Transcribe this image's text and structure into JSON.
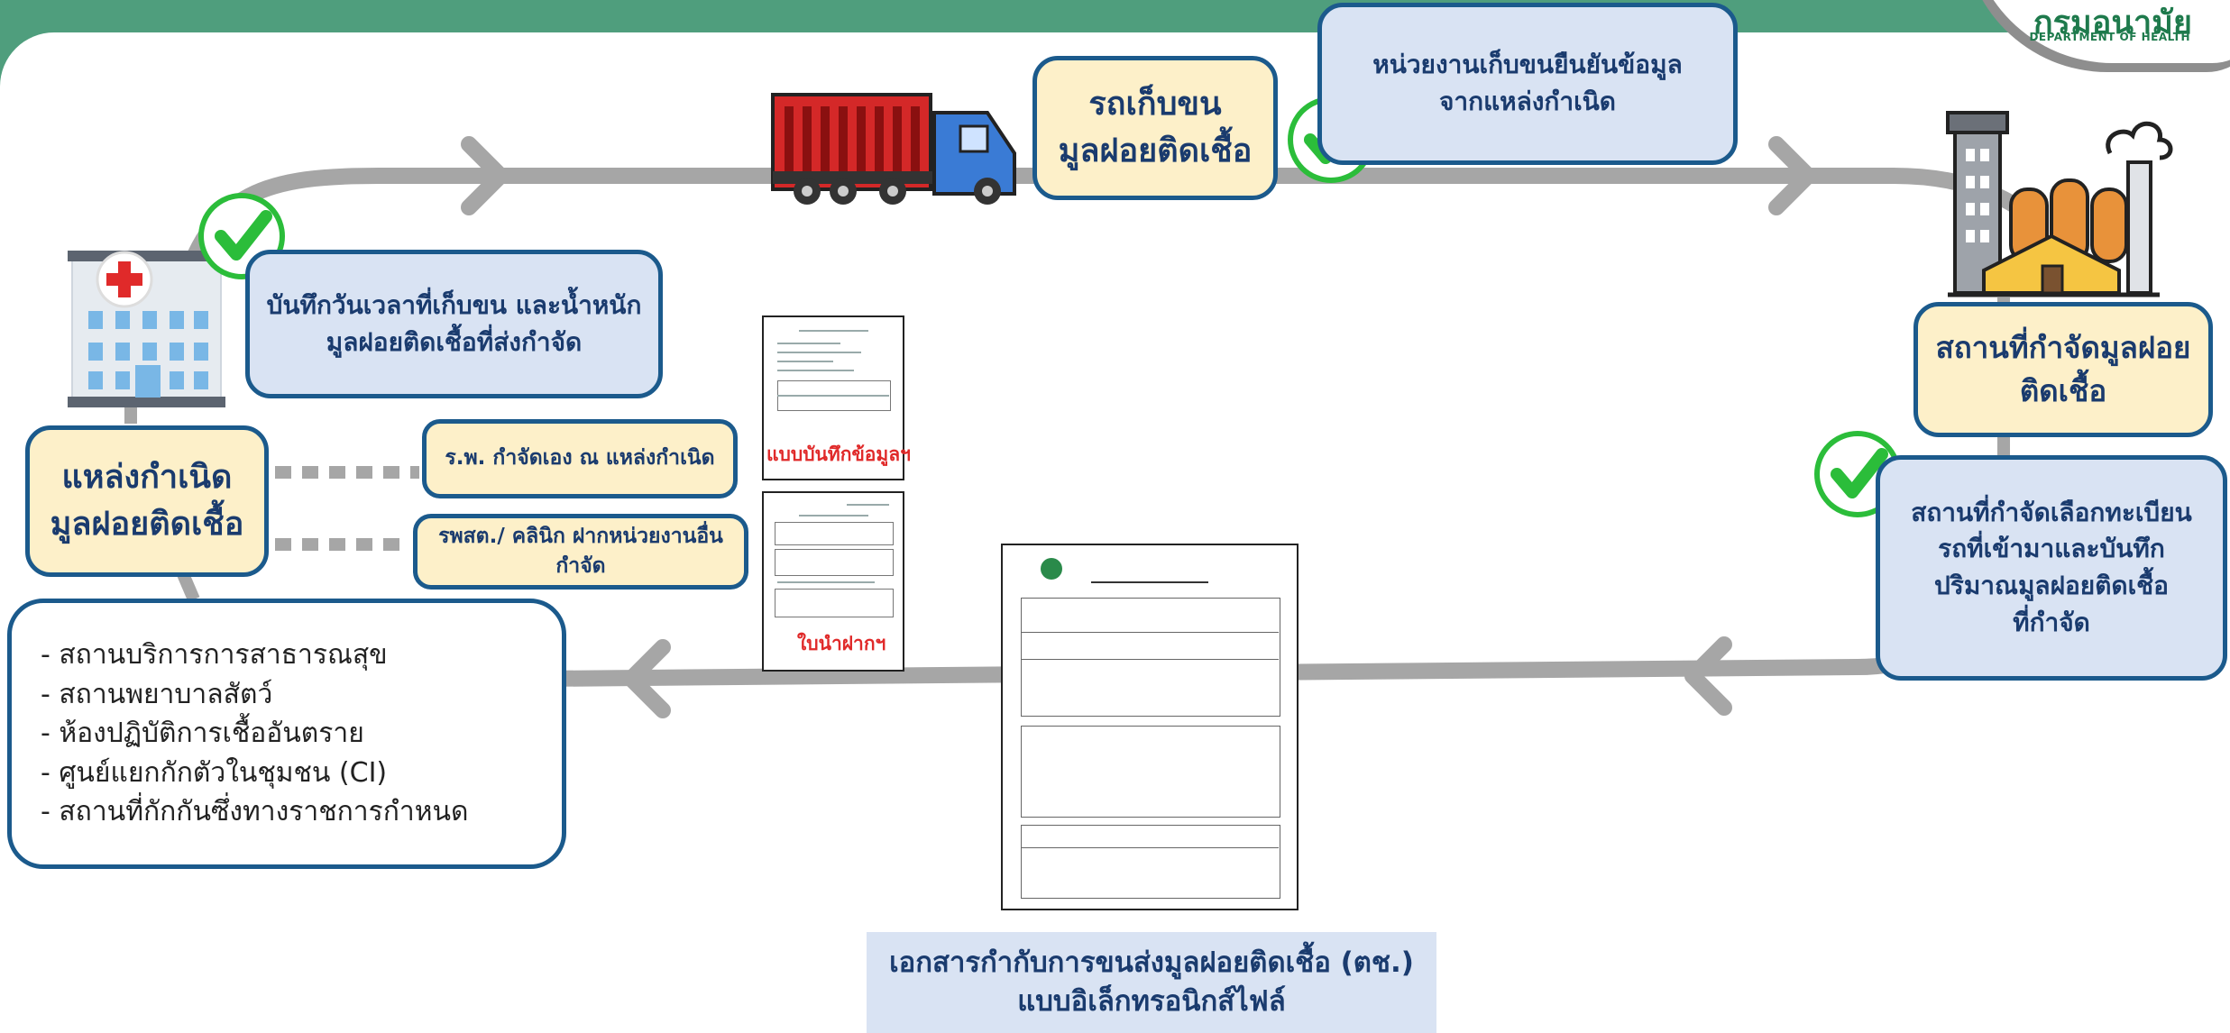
{
  "logo": {
    "name_th": "กรมอนามัย",
    "name_en": "DEPARTMENT OF HEALTH"
  },
  "nodes": {
    "truck_box": [
      "รถเก็บขน",
      "มูลฝอยติดเชื้อ"
    ],
    "collector_note": [
      "หน่วยงานเก็บขนยืนยันข้อมูล",
      "จากแหล่งกำเนิด"
    ],
    "source_note": [
      "บันทึกวันเวลาที่เก็บขน และน้ำหนัก",
      "มูลฝอยติดเชื้อที่ส่งกำจัด"
    ],
    "source_box": [
      "แหล่งกำเนิด",
      "มูลฝอยติดเชื้อ"
    ],
    "option_self": "ร.พ. กำจัดเอง ณ แหล่งกำเนิด",
    "option_outsource": "รพสต./ คลินิก ฝากหน่วยงานอื่นกำจัด",
    "disposal_box": [
      "สถานที่กำจัดมูลฝอย",
      "ติดเชื้อ"
    ],
    "disposal_note": [
      "สถานที่กำจัดเลือกทะเบียน",
      "รถที่เข้ามาและบันทึก",
      "ปริมาณมูลฝอยติดเชื้อ",
      "ที่กำจัด"
    ],
    "source_types": [
      "- สถานบริการการสาธารณสุข",
      "- สถานพยาบาลสัตว์",
      "- ห้องปฏิบัติการเชื้ออันตราย",
      "- ศูนย์แยกกักตัวในชุมชน (CI)",
      " - สถานที่กักกันซึ่งทางราชการกำหนด"
    ],
    "manifest_caption": [
      "เอกสารกำกับการขนส่งมูลฝอยติดเชื้อ (ตช.)",
      "แบบอิเล็กทรอนิกส์ไฟล์"
    ]
  },
  "documents": {
    "record_form": "แบบบันทึกข้อมูลฯ",
    "deposit_slip": "ใบนำฝากฯ"
  },
  "colors": {
    "header": "#4f9e7d",
    "border": "#1b5a8c",
    "yellow_box": "#fdf0c9",
    "blue_box": "#d9e3f3",
    "check": "#2bbd3a",
    "arrow": "#a6a6a6"
  }
}
